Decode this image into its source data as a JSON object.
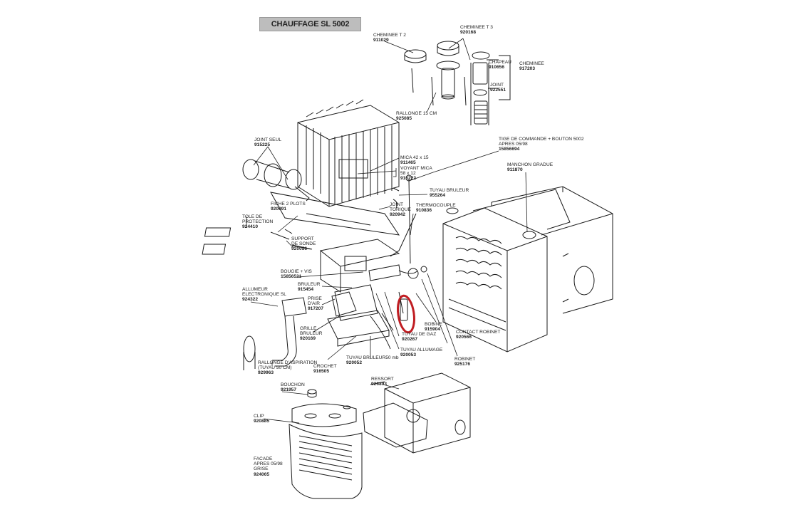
{
  "title": "CHAUFFAGE SL 5002",
  "colors": {
    "line": "#1a1a1a",
    "highlight": "#c01d22",
    "title_bg": "#bdbdbd"
  },
  "labels": {
    "cheminee_t2": {
      "name": "CHEMINEE T 2",
      "code": "911029"
    },
    "cheminee_t3": {
      "name": "CHEMINEE T 3",
      "code": "920168"
    },
    "chapeau": {
      "name": "CHAPEAU",
      "code": "910656"
    },
    "cheminee": {
      "name": "CHEMINEE",
      "code": "917203"
    },
    "joint": {
      "name": "JOINT",
      "code": "922551"
    },
    "rallonge_15": {
      "name": "RALLONGE 15 CM",
      "code": "925085"
    },
    "tige": {
      "name1": "TIGE DE COMMANDE + BOUTON 5002",
      "name2": "APRES 05/98",
      "code": "15856694"
    },
    "joint_seul": {
      "name": "JOINT SEUL",
      "code": "915225"
    },
    "mica": {
      "name": "MICA 42 x 15",
      "code": "911465"
    },
    "voyant_mica": {
      "name1": "VOYANT MICA",
      "name2": "58 x 12",
      "code": "915222"
    },
    "manchon": {
      "name": "MANCHON GRADUE",
      "code": "911870"
    },
    "tuyau_bruleur": {
      "name": "TUYAU BRULEUR",
      "code": "955264"
    },
    "fiche_2_plots": {
      "name": "FICHE 2 PLOTS",
      "code": "920091"
    },
    "joint_torique": {
      "name1": "JOINT",
      "name2": "TORIQUE",
      "code": "920942"
    },
    "thermocouple": {
      "name": "THERMOCOUPLE",
      "code": "910836"
    },
    "tole": {
      "name1": "TOLE DE",
      "name2": "PROTECTION",
      "code": "924410"
    },
    "support_sonde": {
      "name1": "SUPPORT",
      "name2": "DE SONDE",
      "code": "920056"
    },
    "bougie": {
      "name": "BOUGIE + VIS",
      "code": "15856521"
    },
    "bruleur": {
      "name": "BRULEUR",
      "code": "915454"
    },
    "allumeur": {
      "name1": "ALLUMEUR",
      "name2": "ELECTRONIQUE SL",
      "code": "924322"
    },
    "prise_air": {
      "name1": "PRISE",
      "name2": "D'AIR",
      "code": "917207"
    },
    "grille_bruleur": {
      "name1": "GRILLE",
      "name2": "BRULEUR",
      "code": "920169"
    },
    "bobine": {
      "name": "BOBINE",
      "code": "915904"
    },
    "contact_robinet": {
      "name": "CONTACT ROBINET",
      "code": "920566"
    },
    "tuyau_gaz": {
      "name": "TUYAU DE GAZ",
      "code": "920267"
    },
    "tuyau_allumage": {
      "name": "TUYAU ALLUMAGE",
      "code": "920053"
    },
    "robinet": {
      "name": "ROBINET",
      "code": "925176"
    },
    "tuyau_bruleur_50": {
      "name": "TUYAU BRULEUR50 mb",
      "code": "920052"
    },
    "crochet": {
      "name": "CROCHET",
      "code": "916505"
    },
    "rallonge_aspiration": {
      "name1": "RALLONGE D'ASPIRATION",
      "name2": "(TUYAU 50 CM)",
      "code": "929963"
    },
    "bouchon": {
      "name": "BOUCHON",
      "code": "921957"
    },
    "ressort": {
      "name": "RESSORT",
      "code": "926893"
    },
    "clip": {
      "name": "CLIP",
      "code": "920885"
    },
    "facade": {
      "name1": "FACADE",
      "name2": "APRES 05/98",
      "name3": "GRISE",
      "code": "924065"
    }
  }
}
